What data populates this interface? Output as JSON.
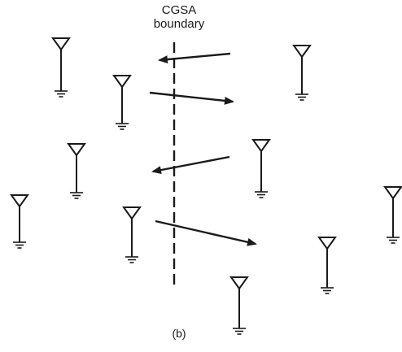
{
  "boundary_label": {
    "line1": "CGSA",
    "line2": "boundary"
  },
  "figure_label": "(b)",
  "colors": {
    "ink": "#1a1a1a",
    "background": "#ffffff"
  },
  "icons": {
    "antenna": "antenna-icon",
    "arrow": "arrow-icon"
  }
}
